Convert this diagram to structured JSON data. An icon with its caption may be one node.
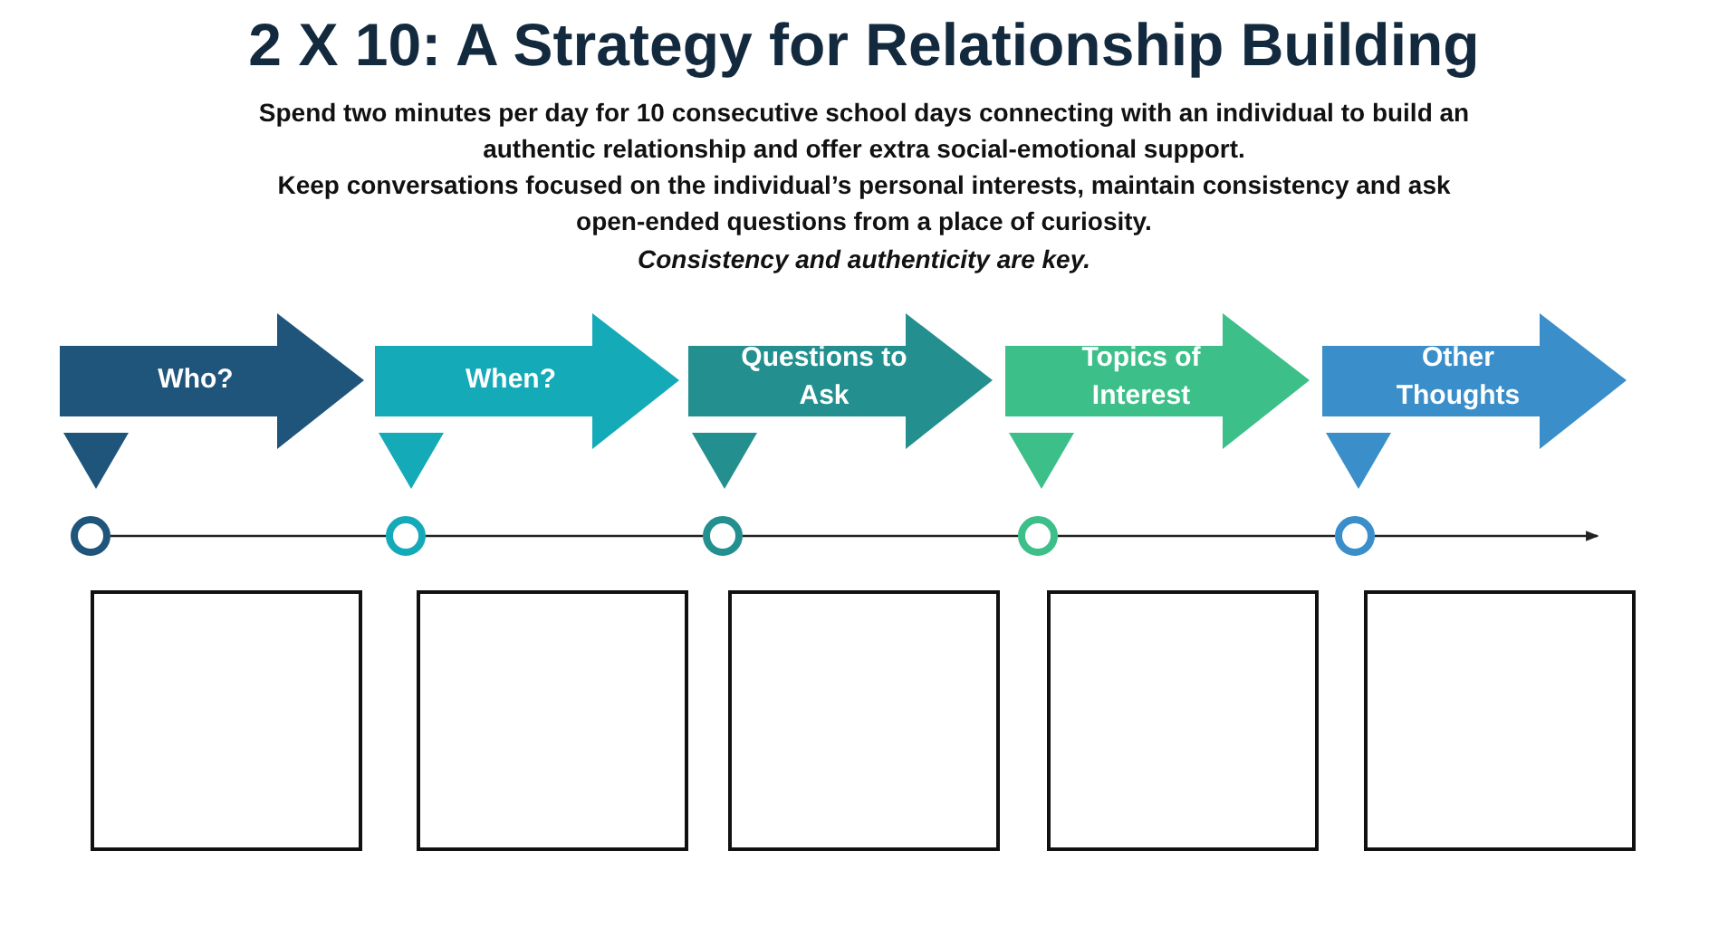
{
  "diagram": {
    "title": "2 X 10: A Strategy for Relationship Building",
    "nodes": [
      {
        "text": [
          "Who?"
        ]
      },
      {
        "text": [
          "When?"
        ]
      },
      {
        "text": [
          "Questions to Ask"
        ]
      },
      {
        "text": [
          "Topics of Interest"
        ]
      },
      {
        "text": [
          "Other Thoughts"
        ]
      },
      {
        "text": [],
        "shape": "circle"
      },
      {
        "text": [],
        "shape": "circle"
      },
      {
        "text": [],
        "shape": "circle"
      },
      {
        "text": [],
        "shape": "circle"
      },
      {
        "text": [],
        "shape": "circle"
      },
      {
        "text": [],
        "shape": "box"
      },
      {
        "text": [],
        "shape": "box"
      },
      {
        "text": [],
        "shape": "box"
      },
      {
        "text": [],
        "shape": "box"
      },
      {
        "text": [],
        "shape": "box"
      }
    ],
    "edges": [
      {
        "from": 5,
        "to": 6,
        "arrow": "none"
      },
      {
        "from": 6,
        "to": 7,
        "arrow": "none"
      },
      {
        "from": 7,
        "to": 8,
        "arrow": "none"
      },
      {
        "from": 8,
        "to": 9,
        "arrow": "none"
      },
      {
        "from": 9,
        "to": null,
        "arrow": "to"
      }
    ],
    "labels": [
      "Spend two minutes per day for 10 consecutive school days connecting with an individual to build an authentic relationship and offer extra social-emotional support.",
      "Keep conversations focused on the individual’s personal interests, maintain consistency and ask open-ended questions from a place of curiosity.",
      "Consistency and authenticity are key."
    ]
  }
}
